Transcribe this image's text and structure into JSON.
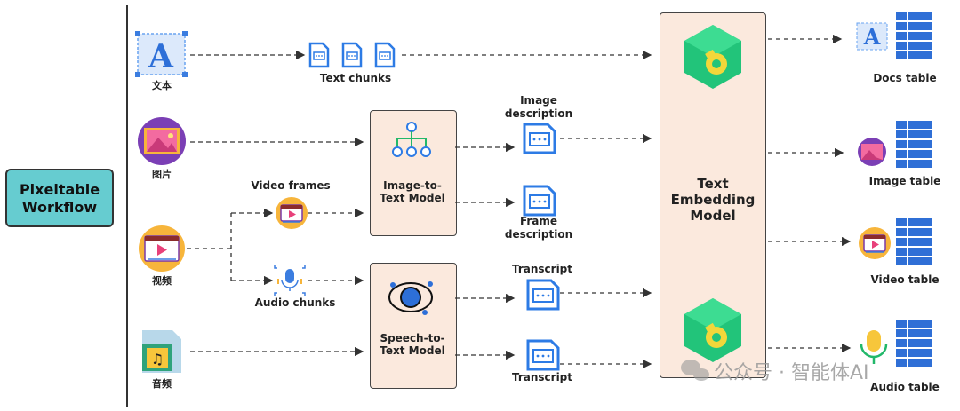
{
  "workflow": {
    "line1": "Pixeltable",
    "line2": "Workflow"
  },
  "inputs": {
    "text": "文本",
    "image": "图片",
    "video": "视频",
    "audio": "音频"
  },
  "intermediate": {
    "text_chunks": "Text chunks",
    "video_frames": "Video frames",
    "audio_chunks": "Audio chunks"
  },
  "models": {
    "image_to_text": {
      "line1": "Image-to-",
      "line2": "Text Model"
    },
    "speech_to_text": {
      "line1": "Speech-to-",
      "line2": "Text Model"
    },
    "embedding": {
      "line1": "Text",
      "line2": "Embedding",
      "line3": "Model"
    }
  },
  "outputs_mid": {
    "image_description": {
      "line1": "Image",
      "line2": "description"
    },
    "frame_description": {
      "line1": "Frame",
      "line2": "description"
    },
    "transcript_video": "Transcript",
    "transcript_audio": "Transcript"
  },
  "tables": {
    "docs": "Docs table",
    "image": "Image table",
    "video": "Video table",
    "audio": "Audio table"
  },
  "watermark": "公众号 · 智能体AI",
  "colors": {
    "workflow_fill": "#66ccd0",
    "model_fill": "#fbe9dd",
    "table_blue": "#2f6fd6",
    "doc_blue": "#2d7be5",
    "embed_green": "#22c47a"
  }
}
